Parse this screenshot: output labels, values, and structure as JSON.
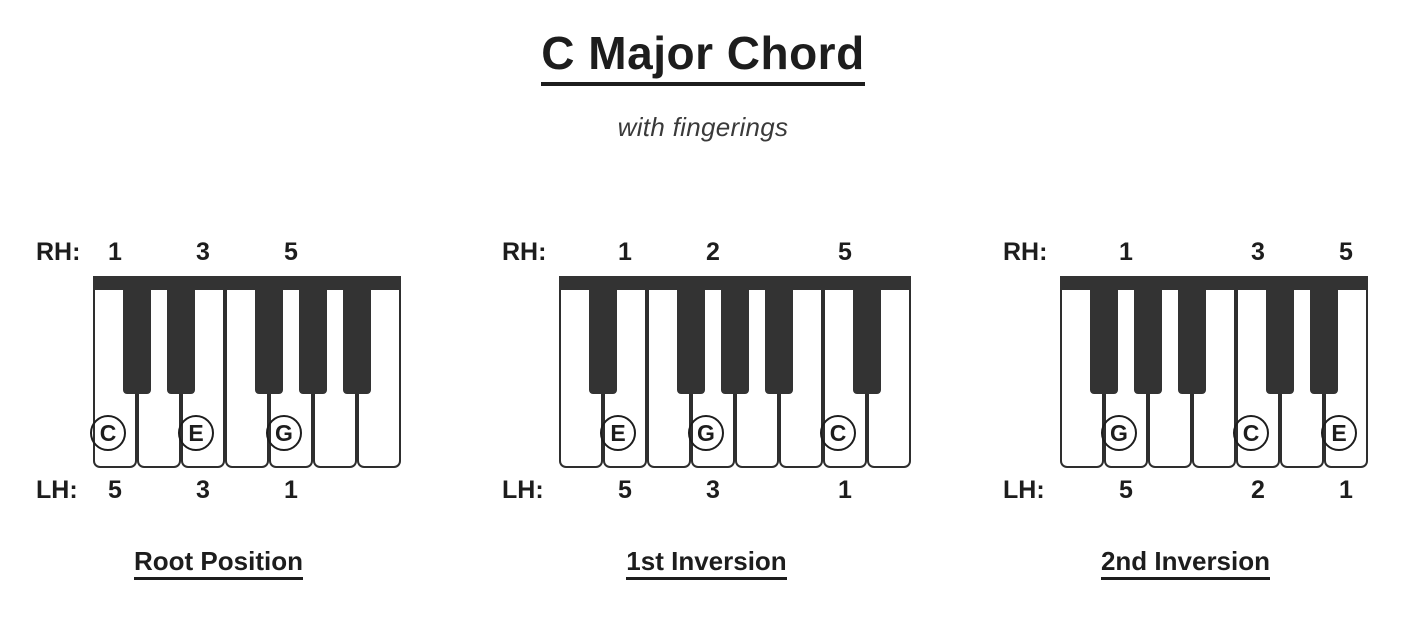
{
  "header": {
    "title": "C Major Chord",
    "subtitle": "with fingerings"
  },
  "labels": {
    "right_hand": "RH:",
    "left_hand": "LH:"
  },
  "colors": {
    "ink": "#1d1d1d",
    "key_black": "#333333",
    "key_white": "#ffffff"
  },
  "diagrams": [
    {
      "id": "root-position",
      "caption": "Root Position",
      "white_key_count": 7,
      "white_key_width": 44,
      "black_key_after": [
        1,
        2,
        4,
        5,
        6
      ],
      "notes": [
        {
          "label": "C",
          "white_index": 1
        },
        {
          "label": "E",
          "white_index": 3
        },
        {
          "label": "G",
          "white_index": 5
        }
      ],
      "rh": [
        {
          "finger": "1",
          "white_index": 1
        },
        {
          "finger": "3",
          "white_index": 3
        },
        {
          "finger": "5",
          "white_index": 5
        }
      ],
      "lh": [
        {
          "finger": "5",
          "white_index": 1
        },
        {
          "finger": "3",
          "white_index": 3
        },
        {
          "finger": "1",
          "white_index": 5
        }
      ]
    },
    {
      "id": "first-inversion",
      "caption": "1st Inversion",
      "white_key_count": 8,
      "white_key_width": 44,
      "black_key_after": [
        1,
        3,
        4,
        5,
        7
      ],
      "notes": [
        {
          "label": "E",
          "white_index": 2
        },
        {
          "label": "G",
          "white_index": 4
        },
        {
          "label": "C",
          "white_index": 7
        }
      ],
      "rh": [
        {
          "finger": "1",
          "white_index": 2
        },
        {
          "finger": "2",
          "white_index": 4
        },
        {
          "finger": "5",
          "white_index": 7
        }
      ],
      "lh": [
        {
          "finger": "5",
          "white_index": 2
        },
        {
          "finger": "3",
          "white_index": 4
        },
        {
          "finger": "1",
          "white_index": 7
        }
      ]
    },
    {
      "id": "second-inversion",
      "caption": "2nd Inversion",
      "white_key_count": 7,
      "white_key_width": 44,
      "black_key_after": [
        1,
        2,
        3,
        5,
        6
      ],
      "notes": [
        {
          "label": "G",
          "white_index": 2
        },
        {
          "label": "C",
          "white_index": 5
        },
        {
          "label": "E",
          "white_index": 7
        }
      ],
      "rh": [
        {
          "finger": "1",
          "white_index": 2
        },
        {
          "finger": "3",
          "white_index": 5
        },
        {
          "finger": "5",
          "white_index": 7
        }
      ],
      "lh": [
        {
          "finger": "5",
          "white_index": 2
        },
        {
          "finger": "2",
          "white_index": 5
        },
        {
          "finger": "1",
          "white_index": 7
        }
      ]
    }
  ]
}
